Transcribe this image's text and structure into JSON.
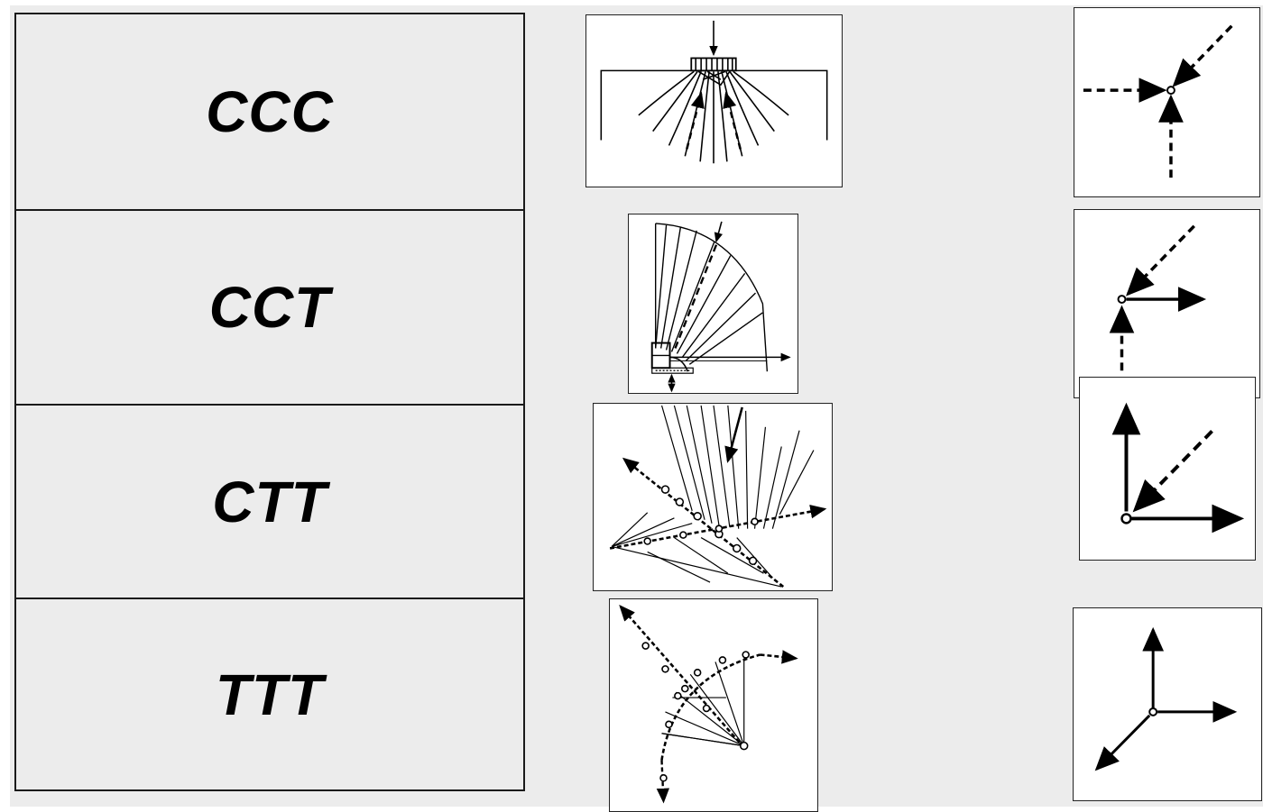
{
  "node_types": [
    {
      "id": "ccc",
      "label": "CCC"
    },
    {
      "id": "cct",
      "label": "CCT"
    },
    {
      "id": "ctt",
      "label": "CTT"
    },
    {
      "id": "ttt",
      "label": "TTT"
    }
  ],
  "colors": {
    "background": "#ececec",
    "ink": "#000000",
    "paper": "#ffffff"
  },
  "icons": [
    "stress-field-ccc-figure",
    "stress-field-cct-figure",
    "stress-field-ctt-figure",
    "stress-field-ttt-figure",
    "node-forces-ccc-icon",
    "node-forces-cct-icon",
    "node-forces-ctt-icon",
    "node-forces-ttt-icon"
  ]
}
